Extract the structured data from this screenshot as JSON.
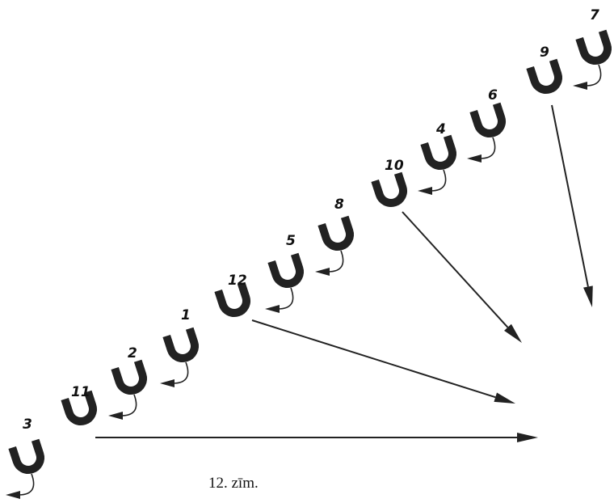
{
  "caption": "12. zīm.",
  "markers": [
    {
      "label": "3",
      "kind": "turn"
    },
    {
      "label": "11",
      "kind": "path"
    },
    {
      "label": "2",
      "kind": "turn"
    },
    {
      "label": "1",
      "kind": "turn"
    },
    {
      "label": "12",
      "kind": "path"
    },
    {
      "label": "5",
      "kind": "turn"
    },
    {
      "label": "8",
      "kind": "turn"
    },
    {
      "label": "10",
      "kind": "path"
    },
    {
      "label": "4",
      "kind": "turn"
    },
    {
      "label": "6",
      "kind": "turn"
    },
    {
      "label": "9",
      "kind": "path"
    },
    {
      "label": "7",
      "kind": "turn"
    }
  ],
  "colors": {
    "ink": "#222222",
    "paper": "#ffffff"
  }
}
